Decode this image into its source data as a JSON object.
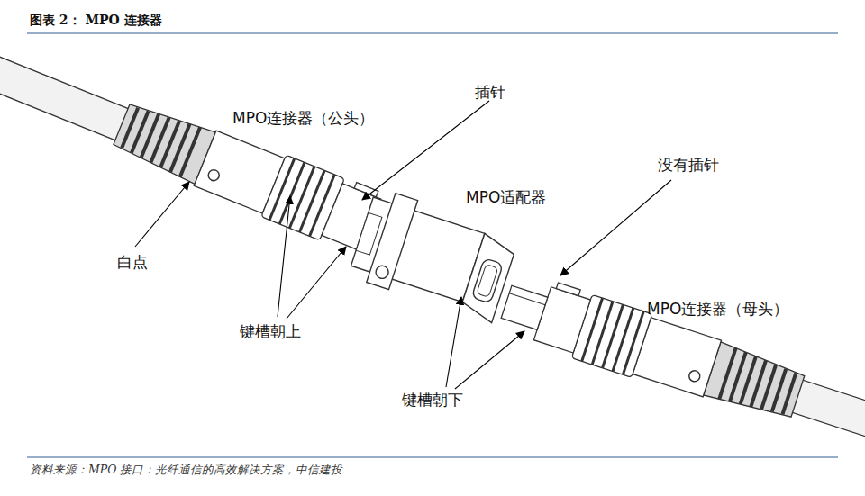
{
  "diagram": {
    "title": "图表 2： MPO 连接器",
    "caption": "资料来源：MPO 接口：光纤通信的高效解决方案，中信建投",
    "labels": [
      "插针",
      "MPO连接器（公头）",
      "MPO适配器",
      "没有插针",
      "白点",
      "MPO连接器（母头）",
      "键槽朝上",
      "键槽朝下"
    ]
  }
}
